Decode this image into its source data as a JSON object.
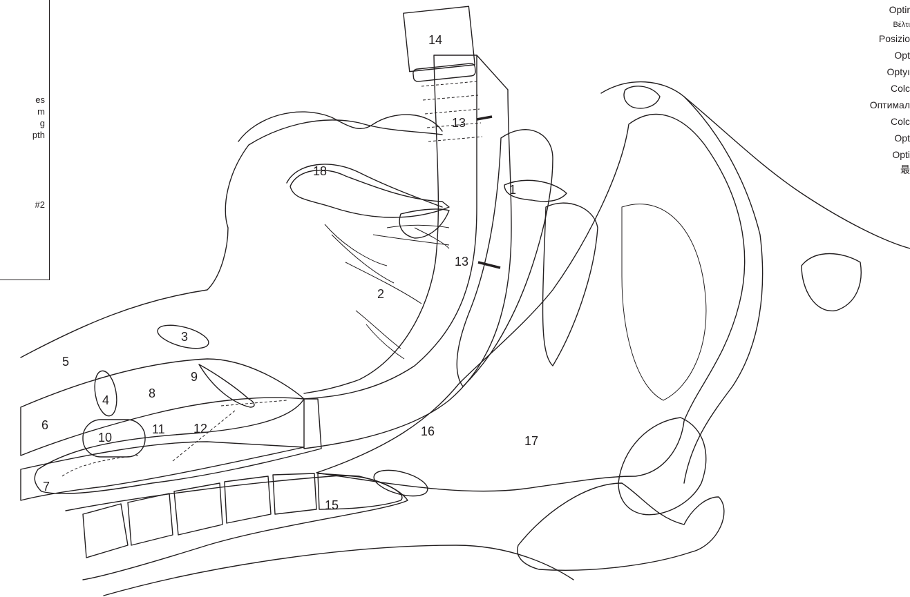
{
  "legend_fragments": [
    "es",
    "m",
    "g",
    "pth",
    "#2"
  ],
  "language_titles": [
    "Optir",
    "Βέλτι",
    "Posizio",
    "Opt",
    "Optyı",
    "Colc",
    "Оптимал",
    "Colc",
    "Opt",
    "Opti",
    "最"
  ],
  "callouts": {
    "n1": "1",
    "n2": "2",
    "n3": "3",
    "n4": "4",
    "n5": "5",
    "n6": "6",
    "n7": "7",
    "n8": "8",
    "n9": "9",
    "n10": "10",
    "n11": "11",
    "n12": "12",
    "n13a": "13",
    "n13b": "13",
    "n14": "14",
    "n15": "15",
    "n16": "16",
    "n17": "17",
    "n18": "18"
  }
}
